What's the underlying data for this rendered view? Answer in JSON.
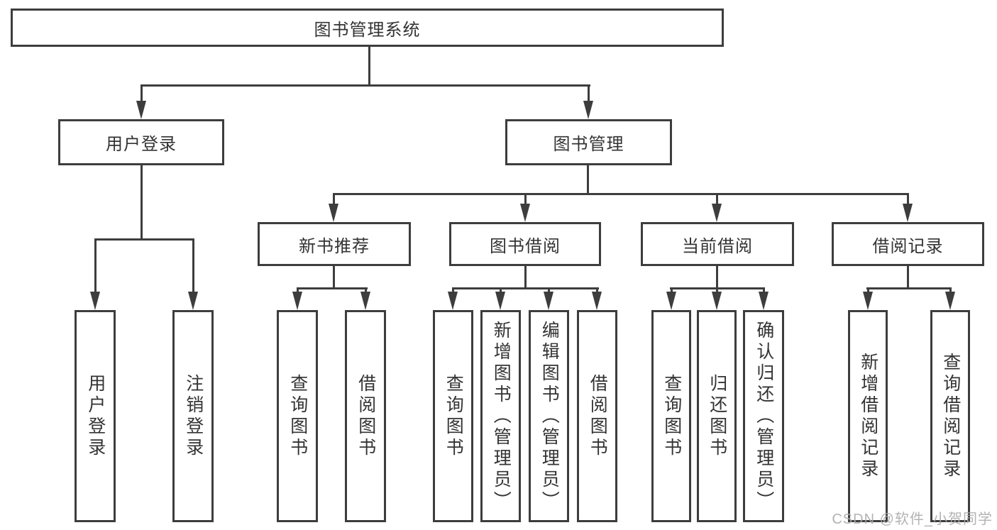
{
  "diagram": {
    "root": "图书管理系统",
    "level2": [
      {
        "id": "user-login",
        "label": "用户登录"
      },
      {
        "id": "book-management",
        "label": "图书管理"
      }
    ],
    "level3": [
      {
        "id": "new-book-recommend",
        "label": "新书推荐"
      },
      {
        "id": "book-borrow",
        "label": "图书借阅"
      },
      {
        "id": "current-borrow",
        "label": "当前借阅"
      },
      {
        "id": "borrow-records",
        "label": "借阅记录"
      }
    ],
    "leaves": {
      "user": [
        "用户登录",
        "注销登录"
      ],
      "recommend": [
        "查询图书",
        "借阅图书"
      ],
      "borrow": [
        "查询图书",
        "新增图书（管理员）",
        "编辑图书（管理员）",
        "借阅图书"
      ],
      "current": [
        "查询图书",
        "归还图书",
        "确认归还（管理员）"
      ],
      "records": [
        "新增借阅记录",
        "查询借阅记录"
      ]
    }
  },
  "watermark": "CSDN @软件_小贺同学",
  "colors": {
    "line": "#3d3d3d",
    "text": "#333333",
    "watermark": "#ababab",
    "background": "#ffffff"
  }
}
